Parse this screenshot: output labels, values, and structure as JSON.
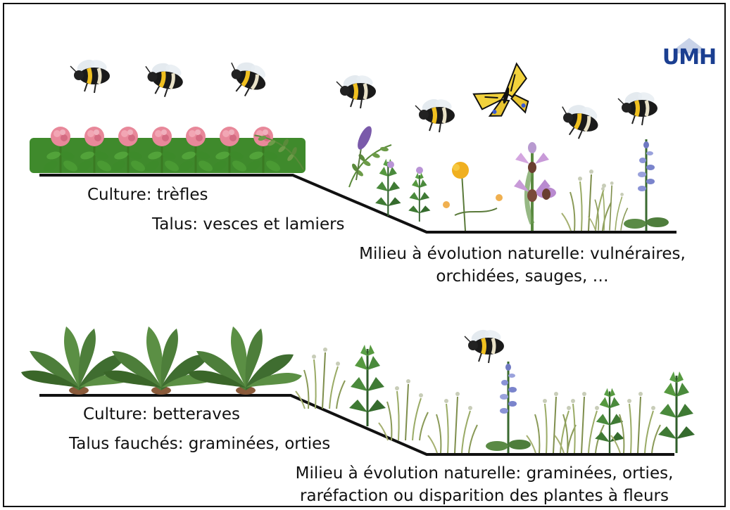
{
  "logo": {
    "text": "UMH",
    "colors": {
      "text": "#1b3f91",
      "roof": "#c9d3e8"
    }
  },
  "panel_top": {
    "culture": "Culture: trèfles",
    "talus": "Talus: vesces et lamiers",
    "milieu_line1": "Milieu à évolution naturelle: vulnéraires,",
    "milieu_line2": "orchidées, sauges, …"
  },
  "panel_bottom": {
    "culture": "Culture: betteraves",
    "talus": "Talus fauchés: graminées, orties",
    "milieu_line1": "Milieu à évolution naturelle: graminées, orties,",
    "milieu_line2": "raréfaction ou disparition des plantes à fleurs"
  },
  "illustrations": {
    "top_insects": [
      "bumblebee-icon",
      "bumblebee-icon",
      "bumblebee-icon",
      "bumblebee-icon",
      "bumblebee-icon",
      "swallowtail-butterfly-icon",
      "bumblebee-icon",
      "bumblebee-icon"
    ],
    "top_plants": [
      "clover",
      "vetch",
      "dead-nettle",
      "kidney-vetch",
      "bee-orchid",
      "grass",
      "sage"
    ],
    "bottom_insects": [
      "bumblebee-icon"
    ],
    "bottom_plants": [
      "sugar-beet",
      "grass",
      "nettle"
    ]
  }
}
